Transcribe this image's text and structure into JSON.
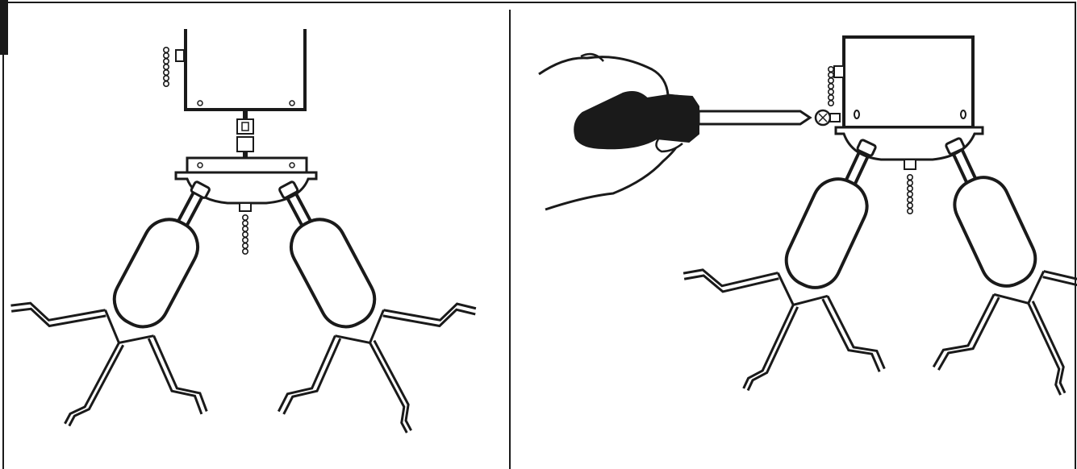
{
  "figure": {
    "panels": [
      {
        "id": "left",
        "depicts": [
          "light-kit-housing",
          "pull-chain",
          "wire-connector",
          "mounting-plate",
          "chain-switch",
          "arm",
          "bulb",
          "candle-cup"
        ],
        "arm_count": 2
      },
      {
        "id": "right",
        "depicts": [
          "hand",
          "screwdriver",
          "screw",
          "light-kit-housing",
          "pull-chain",
          "chain-switch",
          "arm",
          "bulb",
          "candle-cup"
        ],
        "arm_count": 2
      }
    ],
    "colors": {
      "ink": "#1a1a1a",
      "paper": "#ffffff",
      "handle": "#1a1a1a"
    }
  }
}
